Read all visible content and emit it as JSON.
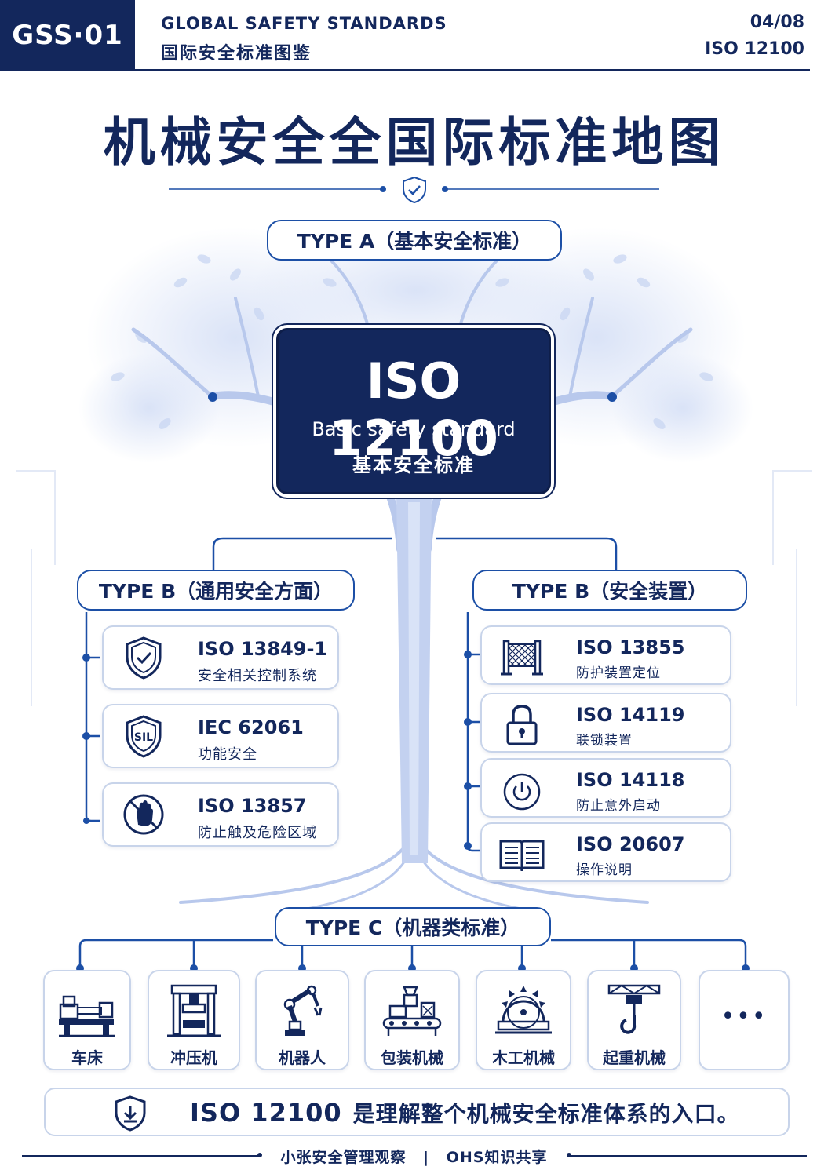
{
  "header": {
    "badge": "GSS·01",
    "title_en": "GLOBAL SAFETY STANDARDS",
    "title_zh": "国际安全标准图鉴",
    "page": "04/08",
    "standard": "ISO 12100"
  },
  "main_title": "机械安全全国际标准地图",
  "type_a": {
    "label": "TYPE A（基本安全标准）",
    "core": {
      "code": "ISO 12100",
      "desc_en": "Basic safety standard",
      "desc_zh": "基本安全标准"
    }
  },
  "type_b_left": {
    "label": "TYPE B（通用安全方面）",
    "items": [
      {
        "code": "ISO 13849-1",
        "desc": "安全相关控制系统",
        "icon": "shield-check-icon"
      },
      {
        "code": "IEC 62061",
        "desc": "功能安全",
        "icon": "sil-shield-icon",
        "icon_text": "SIL"
      },
      {
        "code": "ISO 13857",
        "desc": "防止触及危险区域",
        "icon": "no-hand-icon"
      }
    ]
  },
  "type_b_right": {
    "label": "TYPE B（安全装置）",
    "items": [
      {
        "code": "ISO 13855",
        "desc": "防护装置定位",
        "icon": "guard-fence-icon"
      },
      {
        "code": "ISO 14119",
        "desc": "联锁装置",
        "icon": "padlock-icon"
      },
      {
        "code": "ISO 14118",
        "desc": "防止意外启动",
        "icon": "power-icon"
      },
      {
        "code": "ISO 20607",
        "desc": "操作说明",
        "icon": "open-book-icon"
      }
    ]
  },
  "type_c": {
    "label": "TYPE C（机器类标准）",
    "items": [
      {
        "label": "车床",
        "icon": "lathe-icon"
      },
      {
        "label": "冲压机",
        "icon": "press-icon"
      },
      {
        "label": "机器人",
        "icon": "robot-arm-icon"
      },
      {
        "label": "包装机械",
        "icon": "packaging-machine-icon"
      },
      {
        "label": "木工机械",
        "icon": "saw-blade-icon"
      },
      {
        "label": "起重机械",
        "icon": "crane-hook-icon"
      },
      {
        "label": "",
        "icon": "more-icon",
        "icon_text": "•••"
      }
    ]
  },
  "banner": {
    "code": "ISO 12100",
    "text": "是理解整个机械安全标准体系的入口。"
  },
  "footer": {
    "left": "小张安全管理观察",
    "separator": "|",
    "right": "OHS知识共享"
  },
  "colors": {
    "navy": "#13275c",
    "accent_blue": "#1c4fa6",
    "card_border": "#c8d4ea",
    "tree": "#b8c8ec"
  }
}
